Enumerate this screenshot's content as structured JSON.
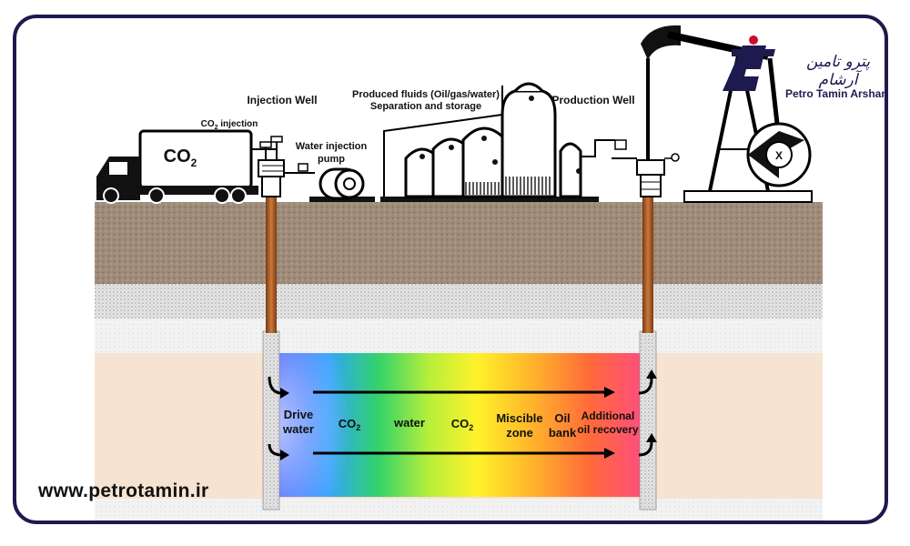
{
  "labels": {
    "injection_well": "Injection Well",
    "co2_injection": "CO",
    "co2_injection_sub": "2",
    "co2_injection_tail": " injection",
    "truck_co2": "CO",
    "truck_co2_sub": "2",
    "water_injection_line1": "Water injection",
    "water_injection_line2": "pump",
    "produced_line1": "Produced fluids (Oil/gas/water)",
    "produced_line2": "Separation and storage",
    "production_well": "Production Well",
    "pump_jack_mark": "X"
  },
  "zones": {
    "drive_water_1": "Drive",
    "drive_water_2": "water",
    "co2_a": "CO",
    "co2_a_sub": "2",
    "water": "water",
    "co2_b": "CO",
    "co2_b_sub": "2",
    "miscible_1": "Miscible",
    "miscible_2": "zone",
    "oil_bank_1": "Oil",
    "oil_bank_2": "bank",
    "additional_1": "Additional",
    "additional_2": "oil recovery"
  },
  "brand": {
    "name_fa": "پترو تامین آرشام",
    "name_en": "Petro Tamin Arsham",
    "website": "www.petrotamin.ir",
    "colors": {
      "frame": "#1d1a4f",
      "soil": "#a18e7d",
      "reservoir": "#f7e3d2",
      "casing": "#b5652c"
    }
  },
  "icons": [
    "co2-truck-icon",
    "water-pump-icon",
    "separator-tanks-icon",
    "pump-jack-icon",
    "wellhead-icon",
    "flow-arrow-icon",
    "brand-logo-icon"
  ]
}
